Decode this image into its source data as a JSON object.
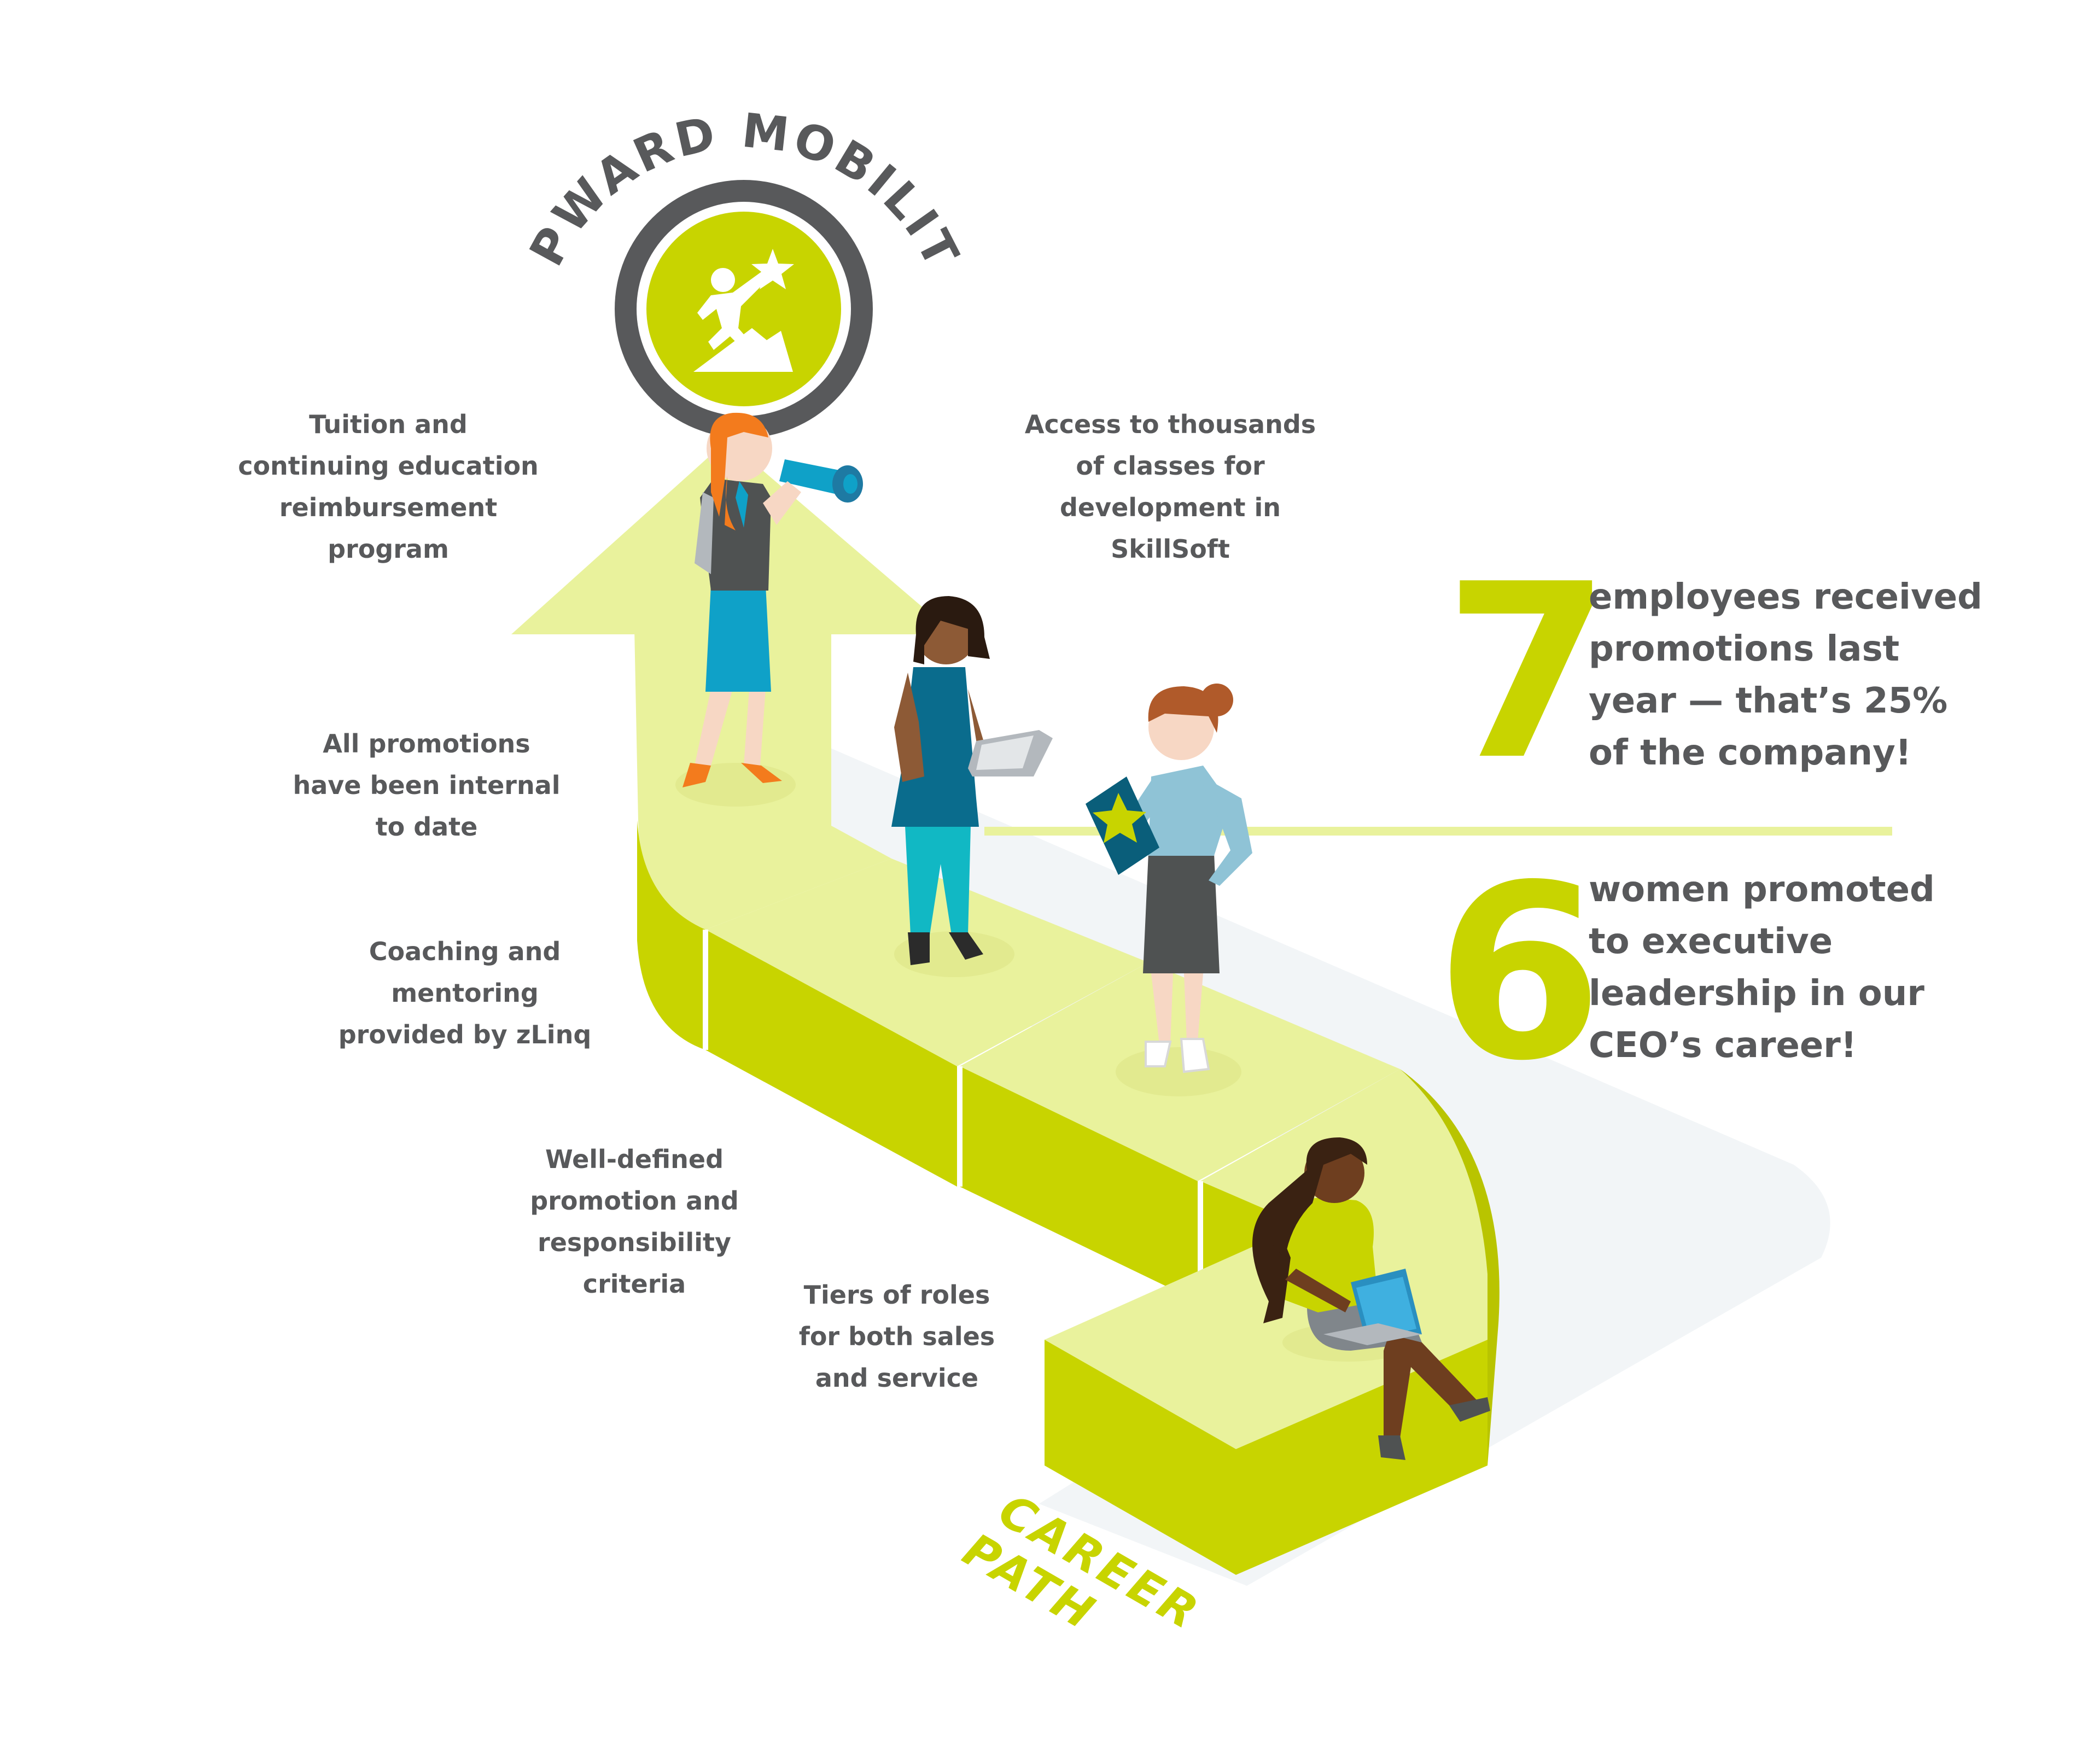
{
  "title": "UPWARD MOBILITY",
  "path_label": [
    "CAREER",
    "PATH"
  ],
  "benefits": {
    "tuition": [
      "Tuition and",
      "continuing education",
      "reimbursement",
      "program"
    ],
    "skillsoft": [
      "Access to thousands",
      "of classes for",
      "development in",
      "SkillSoft"
    ],
    "internal": [
      "All promotions",
      "have been internal",
      "to date"
    ],
    "coaching": [
      "Coaching and",
      "mentoring",
      "provided by zLinq"
    ],
    "criteria": [
      "Well-defined",
      "promotion and",
      "responsibility",
      "criteria"
    ],
    "tiers": [
      "Tiers of roles",
      "for both sales",
      "and service"
    ]
  },
  "stats": [
    {
      "number": "7",
      "lines": [
        "employees received",
        "promotions last",
        "year — that’s 25%",
        "of the company!"
      ]
    },
    {
      "number": "6",
      "lines": [
        "women promoted",
        "to executive",
        "leadership in our",
        "CEO’s career!"
      ]
    }
  ],
  "colors": {
    "lime": "#c8d400",
    "lime_light": "#e9f29c",
    "dark_gray": "#58595b",
    "shadow": "#f1f4f6"
  },
  "icons": [
    "climber-star-icon",
    "telescope-icon",
    "tablet-icon",
    "star-folder-icon",
    "laptop-icon"
  ]
}
